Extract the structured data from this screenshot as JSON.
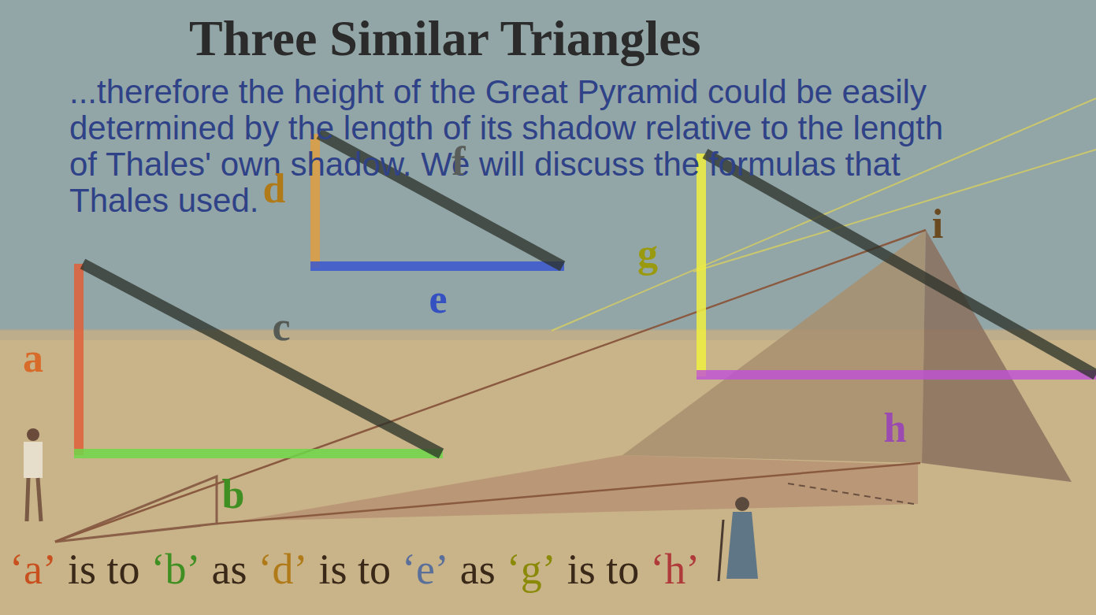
{
  "diagram": {
    "title": "Three Similar Triangles",
    "labels": [
      "...therefore the height of the Great Pyramid could be easily determined by the length of its shadow relative to the length of Thales' own shadow. We will discuss the formulas that Thales used.",
      "a",
      "b",
      "c",
      "d",
      "e",
      "f",
      "g",
      "h",
      "i",
      "‘a’",
      "is to",
      "‘b’",
      "as",
      "‘d’",
      "is to",
      "‘e’",
      "as",
      "‘g’",
      "is to",
      "‘h’"
    ]
  }
}
